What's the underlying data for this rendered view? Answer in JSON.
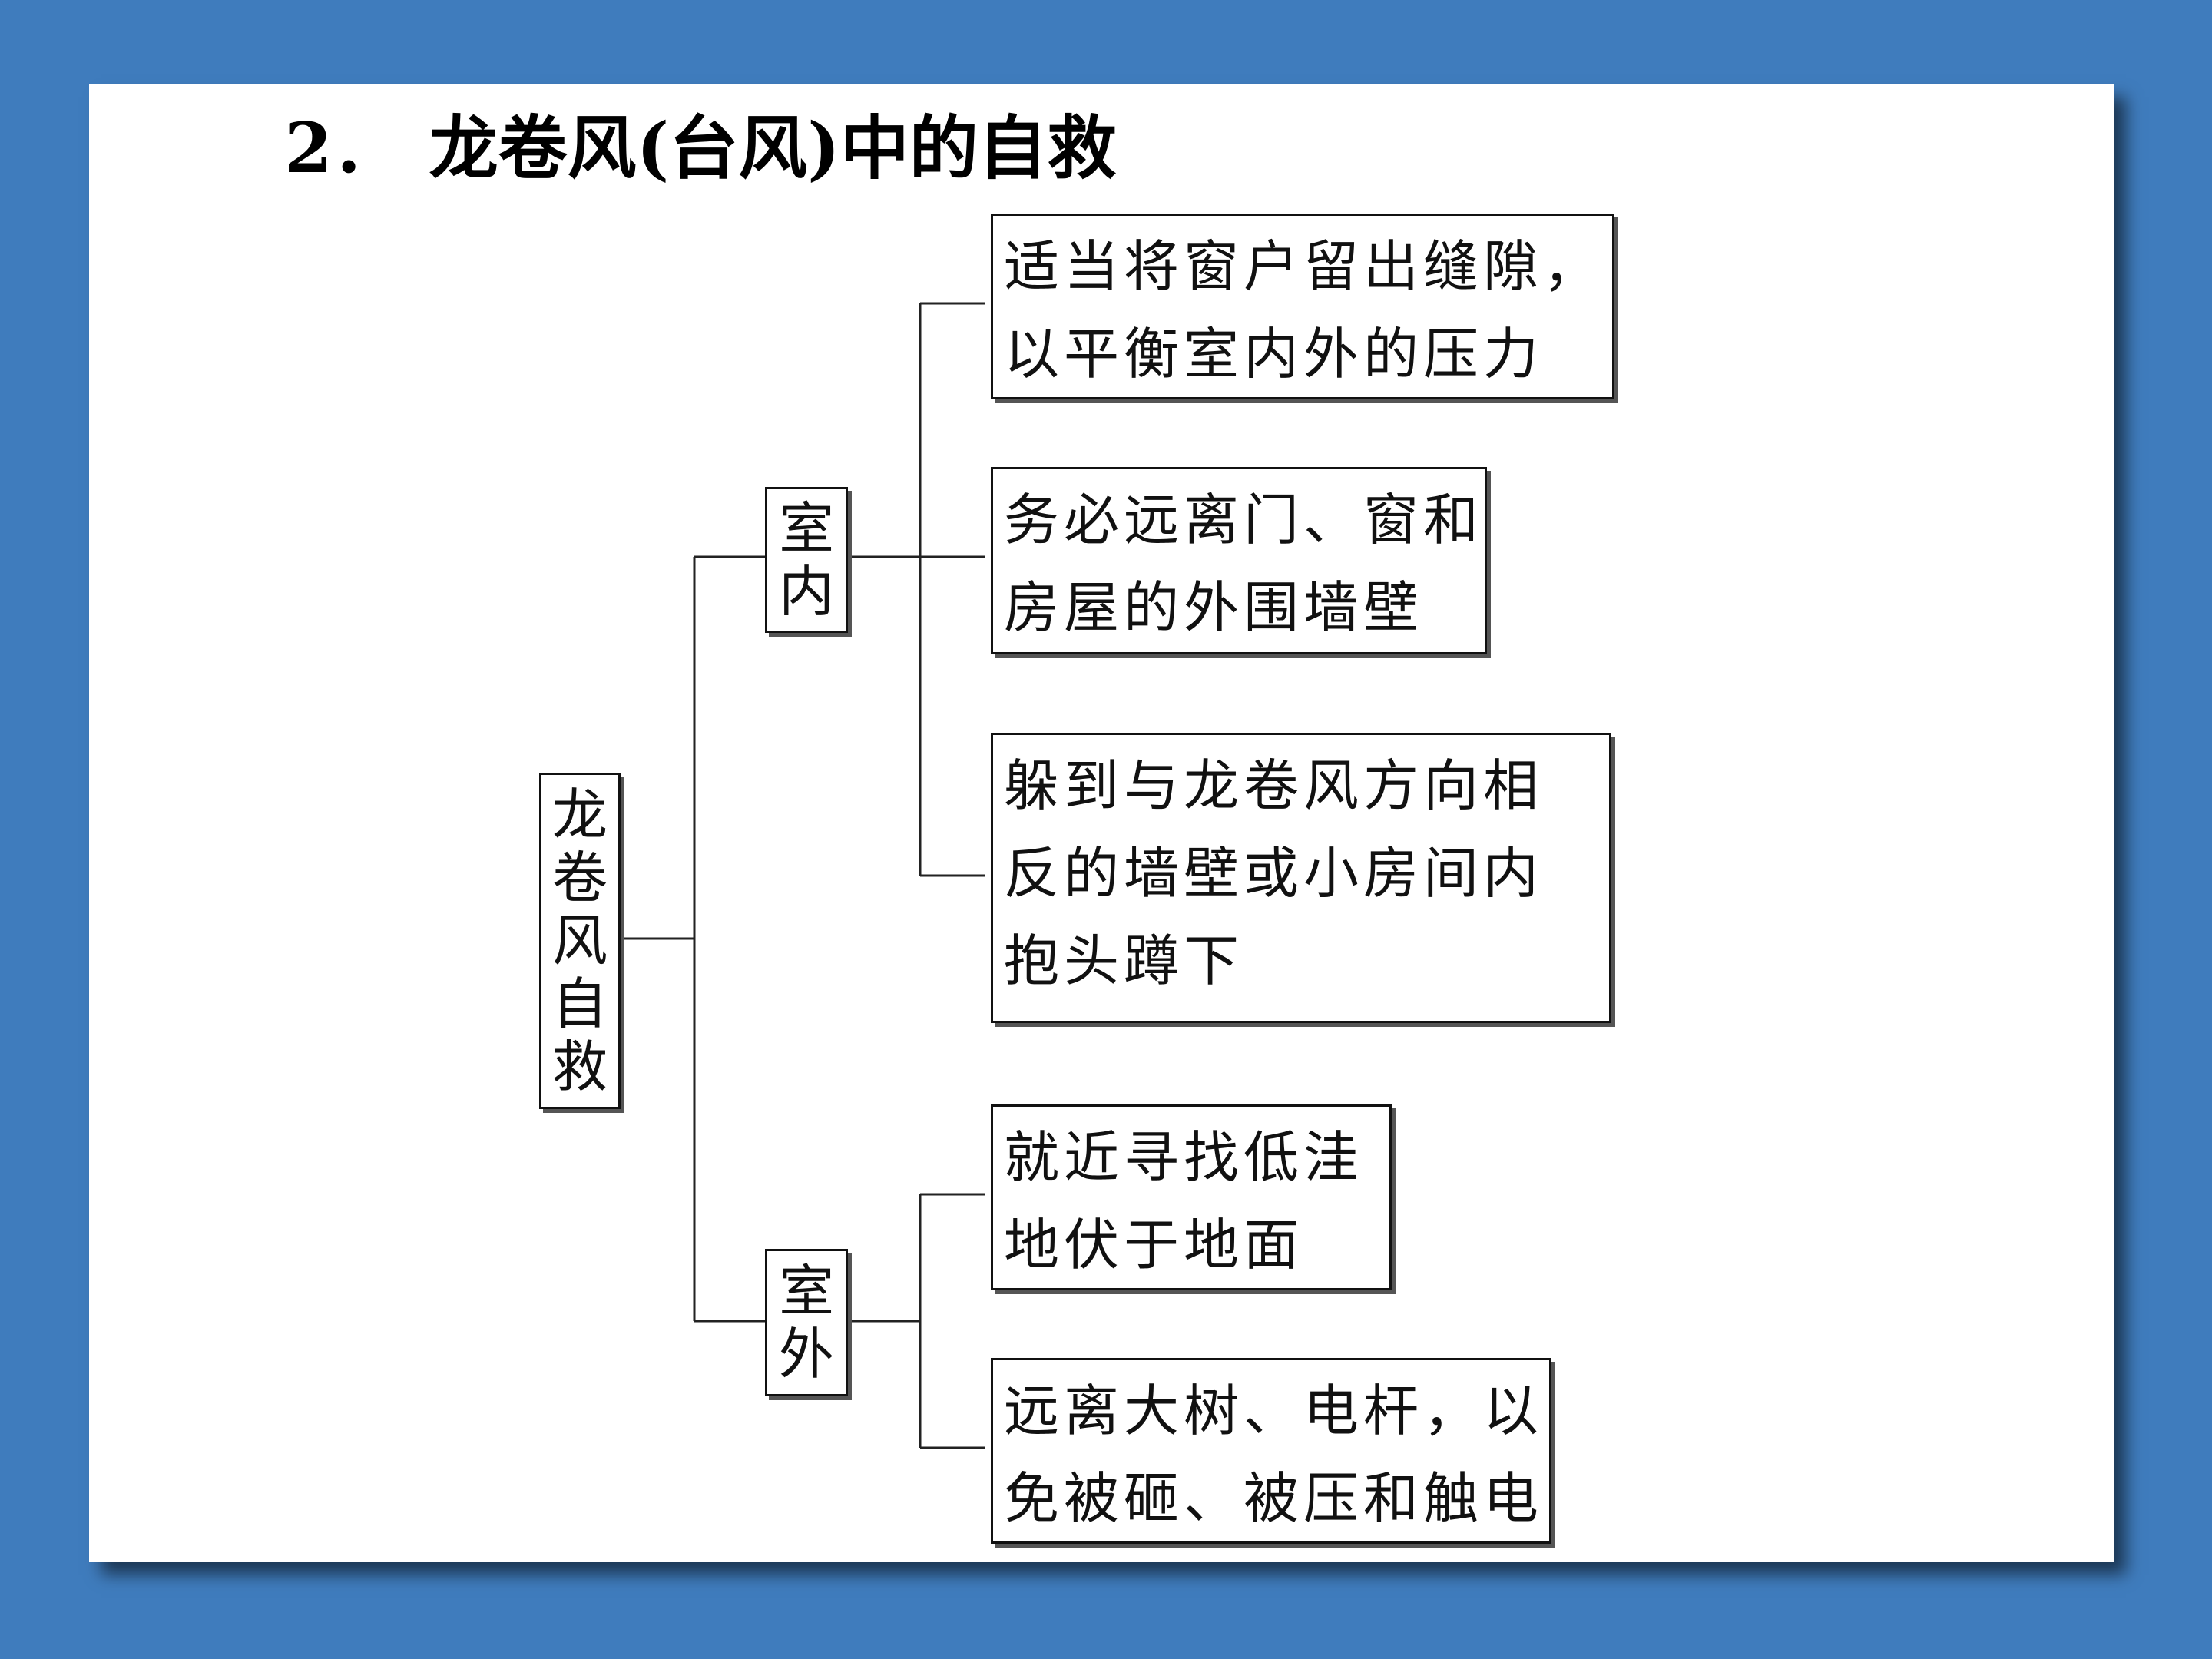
{
  "title": {
    "number": "2．",
    "text": "龙卷风(台风)中的自救"
  },
  "diagram": {
    "root": "龙卷风自救",
    "branches": [
      {
        "label": "室内",
        "items": [
          [
            "适当将窗户留出缝隙，",
            "以平衡室内外的压力"
          ],
          [
            "务必远离门、窗和",
            "房屋的外围墙壁"
          ],
          [
            "躲到与龙卷风方向相",
            "反的墙壁或小房间内",
            "抱头蹲下"
          ]
        ]
      },
      {
        "label": "室外",
        "items": [
          [
            "就近寻找低洼",
            "地伏于地面"
          ],
          [
            "远离大树、电杆，以",
            "免被砸、被压和触电"
          ]
        ]
      }
    ]
  }
}
